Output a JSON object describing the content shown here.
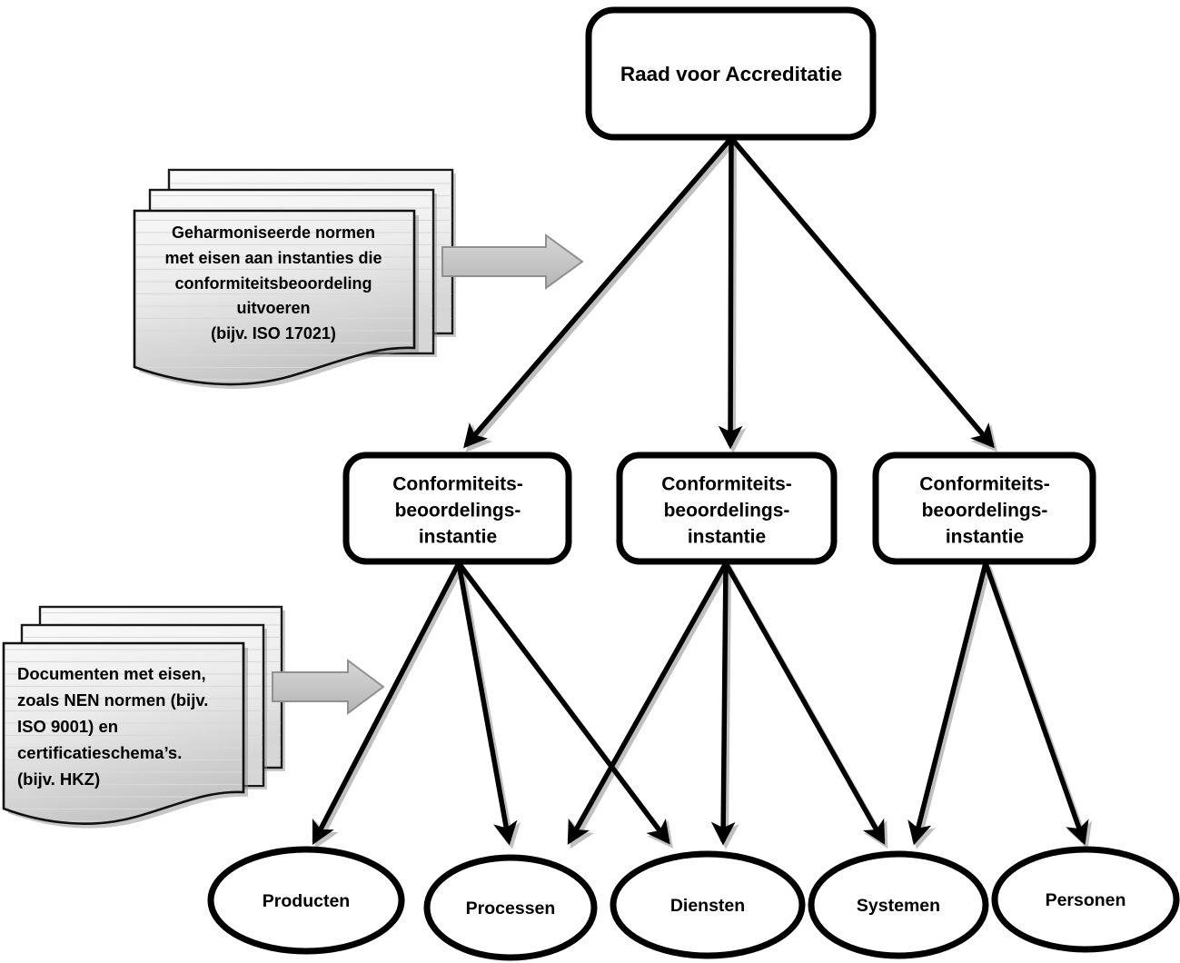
{
  "diagram": {
    "title_node": {
      "id": "raad-voor-accreditatie",
      "label": "Raad voor Accreditatie",
      "shape": "rounded-rectangle"
    },
    "conformity_bodies": [
      {
        "id": "cbi-1",
        "line1": "Conformiteits-",
        "line2": "beoordelings-",
        "line3": "instantie"
      },
      {
        "id": "cbi-2",
        "line1": "Conformiteits-",
        "line2": "beoordelings-",
        "line3": "instantie"
      },
      {
        "id": "cbi-3",
        "line1": "Conformiteits-",
        "line2": "beoordelings-",
        "line3": "instantie"
      }
    ],
    "objects": [
      {
        "id": "producten",
        "label": "Producten"
      },
      {
        "id": "processen",
        "label": "Processen"
      },
      {
        "id": "diensten",
        "label": "Diensten"
      },
      {
        "id": "systemen",
        "label": "Systemen"
      },
      {
        "id": "personen",
        "label": "Personen"
      }
    ],
    "documents": [
      {
        "id": "harmonised-standards-doc",
        "align": "center",
        "lines": [
          "Geharmoniseerde normen",
          "met eisen aan instanties die",
          "conformiteitsbeoordeling",
          "uitvoeren",
          "(bijv. ISO 17021)"
        ]
      },
      {
        "id": "requirement-documents-doc",
        "align": "left",
        "lines": [
          "Documenten met eisen,",
          "zoals NEN normen (bijv.",
          "ISO 9001) en",
          "certificatieschema’s.",
          "(bijv. HKZ)"
        ]
      }
    ],
    "colors": {
      "stroke": "#000000",
      "node_fill": "#ffffff",
      "paper_light": "#f2f2f2",
      "paper_dark": "#c9c9c9",
      "paper_rule": "#dcdcdc",
      "block_arrow_fill": "#c4c4c4",
      "block_arrow_stroke": "#8f8f8f",
      "shadow": "#9a9a9a"
    }
  }
}
